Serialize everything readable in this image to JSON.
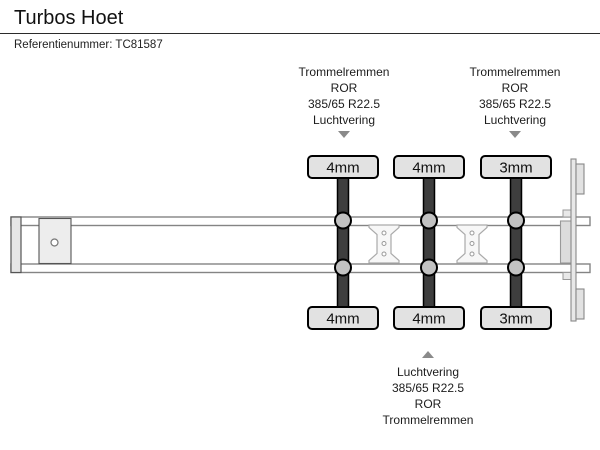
{
  "header": {
    "title": "Turbos Hoet",
    "reference": "Referentienummer: TC81587"
  },
  "spec_blocks": {
    "top_left": {
      "lines": [
        "Trommelremmen",
        "ROR",
        "385/65 R22.5",
        "Luchtvering"
      ]
    },
    "top_right": {
      "lines": [
        "Trommelremmen",
        "ROR",
        "385/65 R22.5",
        "Luchtvering"
      ]
    },
    "bottom": {
      "lines": [
        "Luchtvering",
        "385/65 R22.5",
        "ROR",
        "Trommelremmen"
      ]
    }
  },
  "axle_measurements": {
    "top": [
      "4mm",
      "4mm",
      "3mm"
    ],
    "bottom": [
      "4mm",
      "4mm",
      "3mm"
    ]
  },
  "colors": {
    "axle_bar": "#3e3e3e",
    "label_fill": "#e2e2e2",
    "hub_fill": "#c2c2c2",
    "beam_stroke": "#848484",
    "arrow": "#8a8a8a",
    "text": "#1a1a1a"
  }
}
